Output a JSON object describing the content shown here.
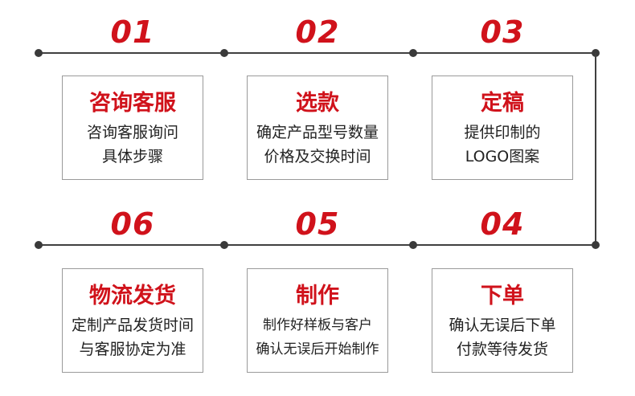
{
  "steps": [
    {
      "number": "01",
      "title": "咨询客服",
      "lines": [
        "咨询客服询问",
        "具体步骤"
      ]
    },
    {
      "number": "02",
      "title": "选款",
      "lines": [
        "确定产品型号数量",
        "价格及交换时间"
      ]
    },
    {
      "number": "03",
      "title": "定稿",
      "lines": [
        "提供印制的",
        "LOGO图案"
      ]
    },
    {
      "number": "04",
      "title": "下单",
      "lines": [
        "确认无误后下单",
        "付款等待发货"
      ]
    },
    {
      "number": "05",
      "title": "制作",
      "lines": [
        "制作好样板与客户",
        "确认无误后开始制作"
      ]
    },
    {
      "number": "06",
      "title": "物流发货",
      "lines": [
        "定制产品发货时间",
        "与客服协定为准"
      ]
    }
  ],
  "colors": {
    "accent": "#d0121b",
    "line": "#404040",
    "border": "#9a9a9a",
    "text": "#222222"
  }
}
